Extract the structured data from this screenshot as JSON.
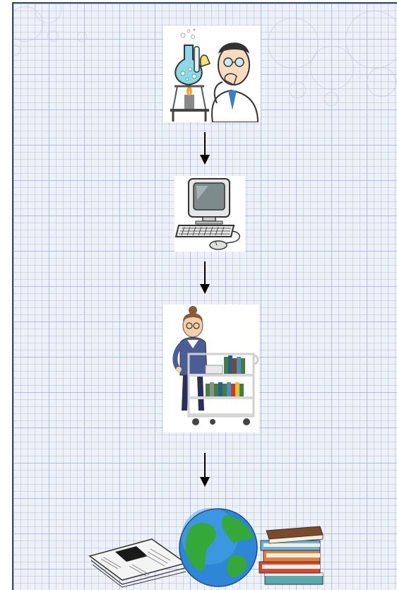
{
  "flow": {
    "steps": [
      {
        "name": "scientist",
        "icon": "scientist-lab-icon"
      },
      {
        "name": "computer",
        "icon": "computer-icon"
      },
      {
        "name": "librarian",
        "icon": "librarian-cart-icon"
      },
      {
        "name": "publications",
        "icon": "globe-books-newspaper-icon"
      }
    ],
    "arrow_icon": "down-arrow-icon"
  },
  "colors": {
    "slide_border": "#3b4a68",
    "background": "#eef1f8",
    "arrow": "#000000"
  }
}
